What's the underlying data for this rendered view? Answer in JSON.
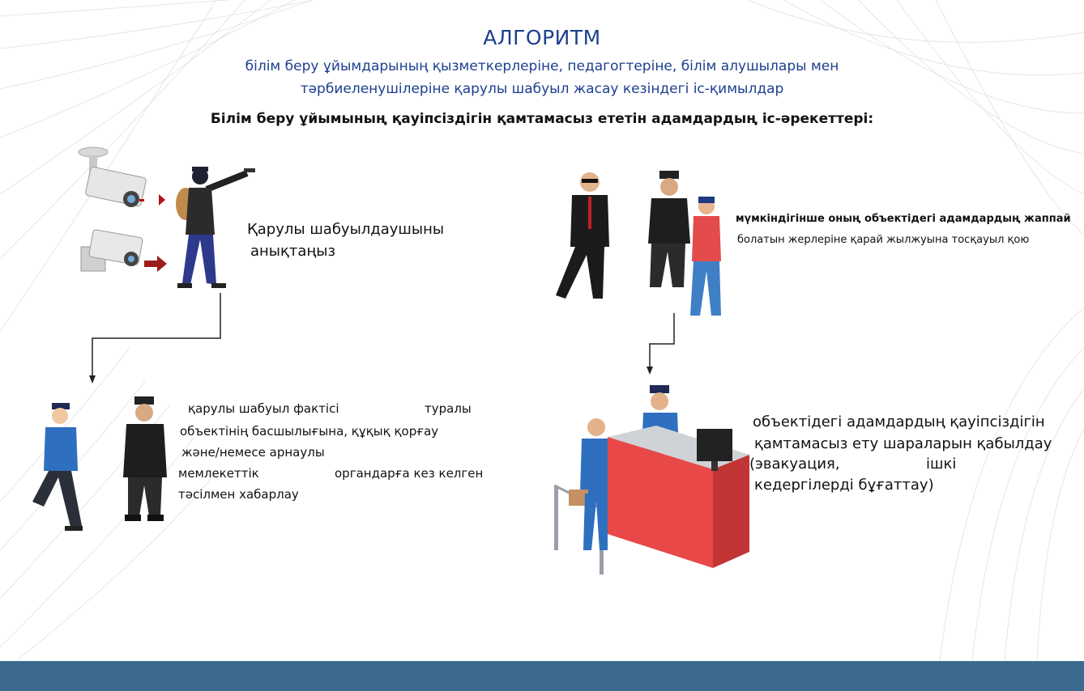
{
  "header": {
    "title": "АЛГОРИТМ",
    "subtitle_line1": "білім беру ұйымдарының қызметкерлеріне, педагогтеріне, білім алушылары мен",
    "subtitle_line2": "тәрбиеленушілеріне қарулы шабуыл жасау кезіндегі іс-қимылдар",
    "section_heading": "Білім беру ұйымының қауіпсіздігін қамтамасыз ететін адамдардың іс-әрекеттері:"
  },
  "steps": {
    "identify": {
      "line1": "Қарулы шабуылдаушыны",
      "line2": "анықтаңыз"
    },
    "report": {
      "line1a": "қарулы шабуыл фактісі",
      "line1b": "туралы",
      "line2": "объектінің басшылығына, құқық қорғау",
      "line3": "және/немесе арнаулы",
      "line4a": "мемлекеттік",
      "line4b": "органдарға кез келген",
      "line5": "тәсілмен хабарлау"
    },
    "prevent": {
      "line1": "мүмкіндігінше оның объектідегі адамдардың жаппай",
      "line2": "болатын жерлеріне қарай жылжуына тосқауыл қою"
    },
    "secure": {
      "line1": "объектідегі адамдардың қауіпсіздігін",
      "line2": "қамтамасыз ету шараларын қабылдау",
      "line3a": "(эвакуация,",
      "line3b": "ішкі",
      "line4": "кедергілерді бұғаттау)"
    }
  },
  "colors": {
    "title": "#1d3f8f",
    "footer": "#3b6a8e",
    "arrow_red": "#b3131b",
    "desk_red": "#e84848"
  }
}
